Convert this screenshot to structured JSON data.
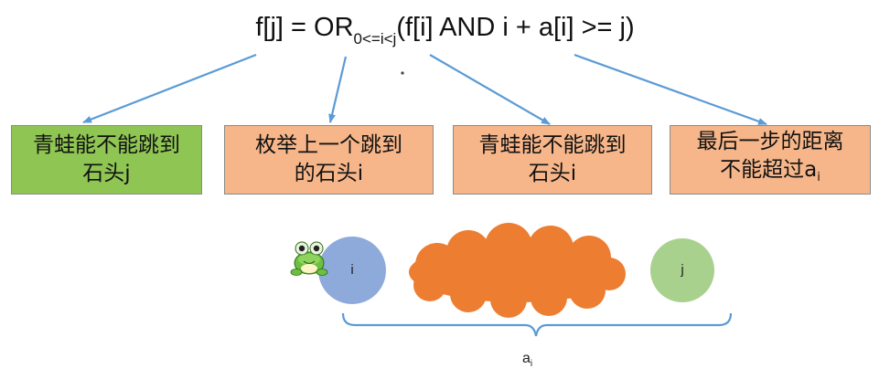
{
  "formula": {
    "lhs": "f[j] = OR",
    "subscript": "0<=i<j",
    "rhs": "(f[i] AND i + a[i] >= j)"
  },
  "boxes": [
    {
      "id": "frog-reach-j",
      "lines": [
        "青蛙能不能跳到",
        "石头j"
      ],
      "color": "#8fc553"
    },
    {
      "id": "enumerate-i",
      "lines": [
        "枚举上一个跳到",
        "的石头i"
      ],
      "color": "#f6b68a"
    },
    {
      "id": "frog-reach-i",
      "lines": [
        "青蛙能不能跳到",
        "石头i"
      ],
      "color": "#f6b68a"
    },
    {
      "id": "last-step",
      "lines": [
        "最后一步的距离",
        "不能超过a"
      ],
      "subscript": "i",
      "color": "#f6b68a"
    }
  ],
  "scene": {
    "stone_i_label": "i",
    "stone_j_label": "j",
    "brace_label": "a",
    "brace_sub": "i",
    "colors": {
      "stone_i": "#8eaadb",
      "stone_j": "#a9d18e",
      "cloud": "#ed7d31",
      "arrow": "#5b9bd5"
    },
    "frog_icon": "frog-icon"
  }
}
